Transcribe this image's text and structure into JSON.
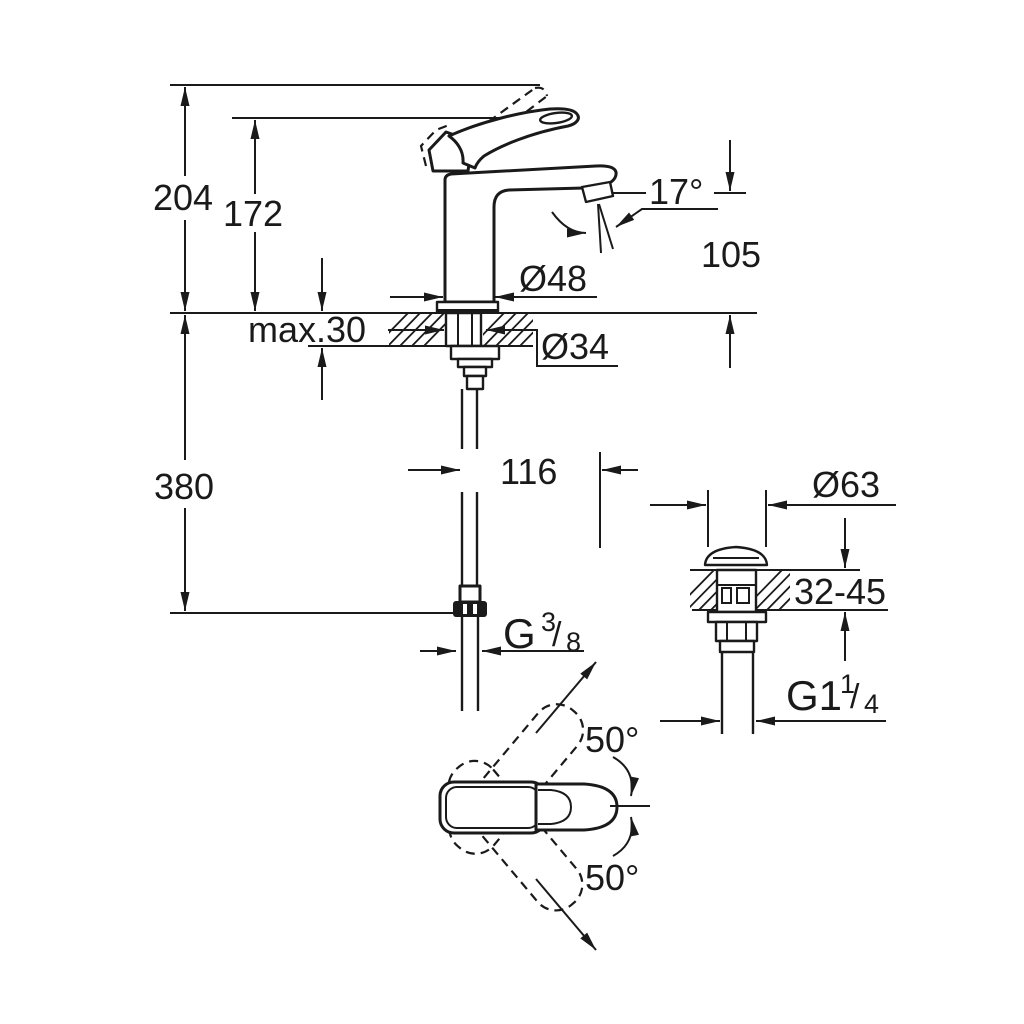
{
  "drawing": {
    "type": "faucet-installation-dimension-drawing",
    "line_color": "#1a1a1a",
    "background": "#ffffff",
    "dims": {
      "overall_height": "204",
      "handle_height": "172",
      "spout_angle": "17°",
      "outlet_height": "105",
      "base_dia": "Ø48",
      "max_deck": "max.30",
      "shank_dia": "Ø34",
      "hose_length": "380",
      "reach": "116",
      "waste_dia": "Ø63",
      "waste_deck": "32-45",
      "swivel_up": "50°",
      "swivel_down": "50°",
      "supply_thread": {
        "base": "G",
        "num": "3",
        "slash": "/",
        "den": "8"
      },
      "waste_thread": {
        "base": "G1",
        "num": "1",
        "slash": "/",
        "den": "4"
      }
    }
  }
}
